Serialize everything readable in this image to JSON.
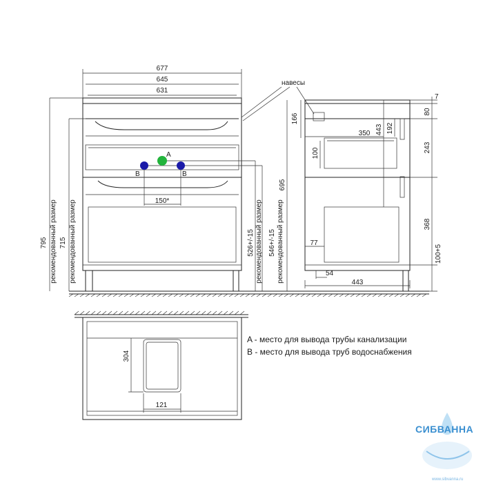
{
  "dims": {
    "w677": "677",
    "w645": "645",
    "w631": "631",
    "w150": "150*",
    "h795": "795",
    "h715": "715",
    "rec1": "рекомендованный размер",
    "rec2": "рекомендованный размер",
    "h526": "526+/-15",
    "h546": "546+/-15",
    "rec3": "рекомендованный размер",
    "rec4": "рекомендованный размер",
    "h695": "695",
    "h166": "166",
    "h100": "100",
    "h443": "443",
    "h192": "192",
    "w350": "350",
    "w77": "77",
    "w54": "54",
    "w443": "443",
    "r7": "7",
    "r80": "80",
    "r243": "243",
    "r368": "368",
    "r100p5": "100+5",
    "b304": "304",
    "b121": "121"
  },
  "labels": {
    "hinges": "навесы",
    "pointA": "A",
    "pointB1": "B",
    "pointB2": "B"
  },
  "legend": {
    "a": "A - место для вывода трубы канализации",
    "b": "B - место для вывода труб водоснабжения"
  },
  "watermark": {
    "brand": "СИБВАННА",
    "url": "www.sibvanna.ru"
  },
  "colors": {
    "pointA": "#22b43c",
    "pointB": "#1a1aa8",
    "watermark": "#3a8fd0"
  }
}
